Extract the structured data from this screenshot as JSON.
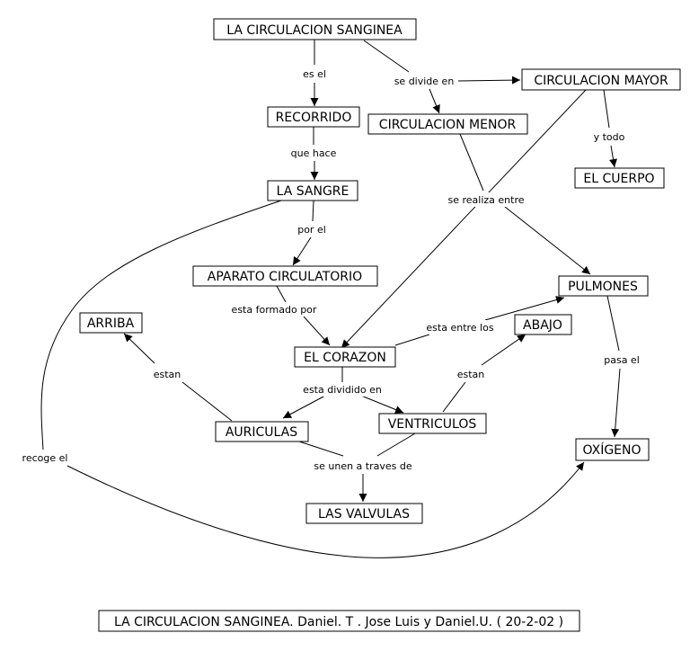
{
  "nodes": {
    "circulacion_sanginea": "LA CIRCULACION SANGINEA",
    "recorrido": "RECORRIDO",
    "circulacion_mayor": "CIRCULACION MAYOR",
    "circulacion_menor": "CIRCULACION MENOR",
    "el_cuerpo": "EL CUERPO",
    "la_sangre": "LA SANGRE",
    "aparato_circulatorio": "APARATO CIRCULATORIO",
    "pulmones": "PULMONES",
    "arriba": "ARRIBA",
    "abajo": "ABAJO",
    "el_corazon": "EL CORAZON",
    "auriculas": "AURICULAS",
    "ventriculos": "VENTRICULOS",
    "oxigeno": "OXÍGENO",
    "las_valvulas": "LAS VALVULAS"
  },
  "links": {
    "es_el": "es el",
    "se_divide_en": "se divide en",
    "que_hace": "que hace",
    "y_todo": "y  todo",
    "se_realiza_entre": "se realiza entre",
    "por_el": "por el",
    "esta_formado_por": "esta formado por",
    "esta_entre_los": "esta entre los",
    "estan_left": "estan",
    "estan_right": "estan",
    "pasa_el": "pasa el",
    "esta_dividido_en": "esta dividido en",
    "se_unen_a_traves_de": "se unen a traves de",
    "recoge_el": "recoge el"
  },
  "footer": {
    "caption": "LA CIRCULACION SANGINEA.  Daniel. T . Jose Luis y Daniel.U. ( 20-2-02 )"
  }
}
